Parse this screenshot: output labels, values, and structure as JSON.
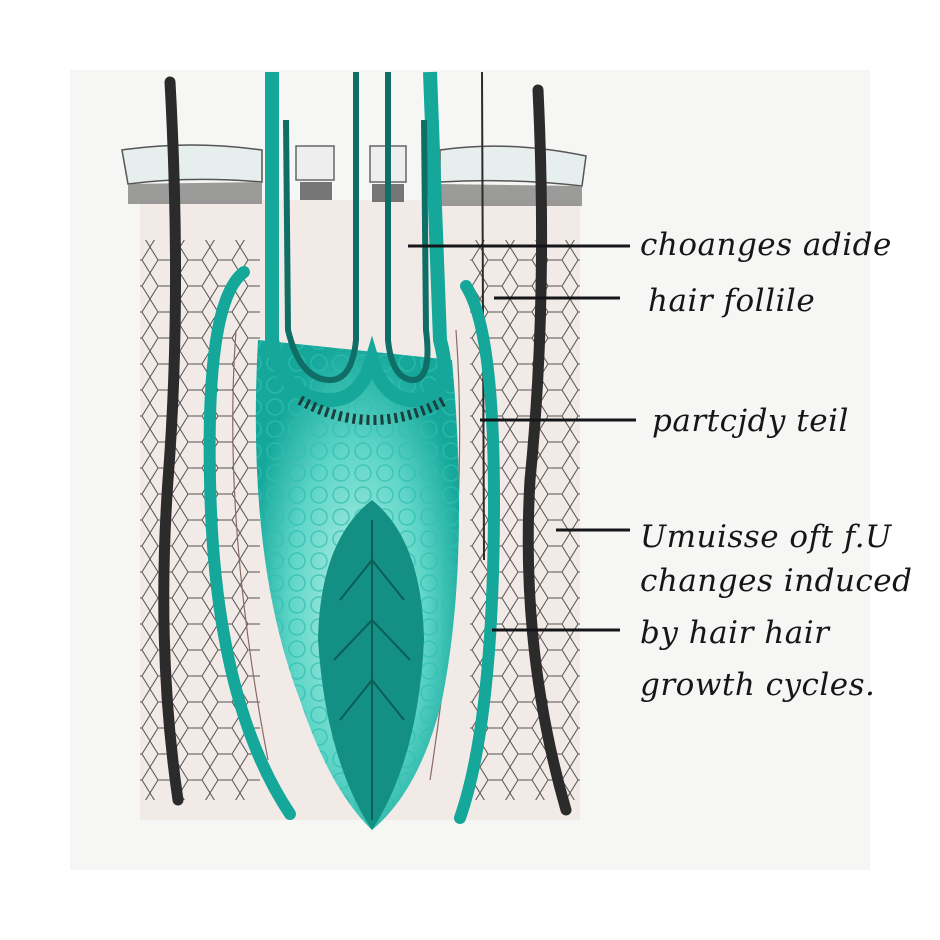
{
  "colors": {
    "teal": "#14a79a",
    "teal_light": "#5fd6c8",
    "teal_pale": "#bff0ea",
    "ink": "#15151a",
    "skin_pink": "#efe3e1",
    "paper": "#f6f6f4"
  },
  "labels": [
    "choanges adide",
    "hair follile",
    "partcjdy teil",
    "Umuisse oft f.U",
    "changes induced",
    "by    hair hair",
    "growth cycles."
  ]
}
